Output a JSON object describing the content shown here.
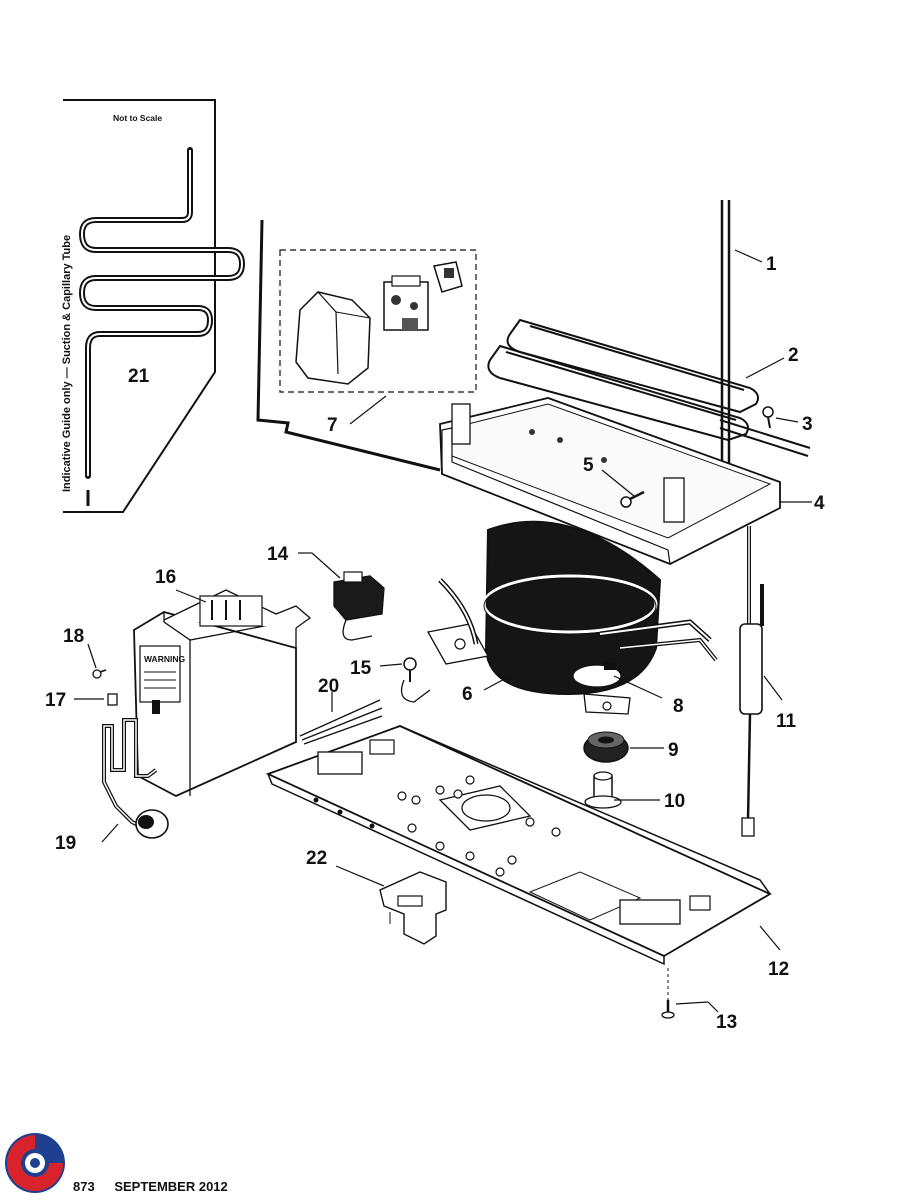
{
  "inset": {
    "header": "Not to Scale",
    "side_text": "Indicative Guide only — Suction & Capillary Tube",
    "label": "21"
  },
  "callouts": [
    "1",
    "2",
    "3",
    "4",
    "5",
    "6",
    "7",
    "8",
    "9",
    "10",
    "11",
    "12",
    "13",
    "14",
    "15",
    "16",
    "17",
    "18",
    "19",
    "20",
    "22"
  ],
  "warning_label": "WARNING",
  "footer": {
    "page": "873",
    "date": "SEPTEMBER 2012"
  },
  "colors": {
    "ink": "#111111",
    "compressor": "#151515",
    "logo_red": "#d8232a",
    "logo_blue": "#1f3f8f"
  }
}
